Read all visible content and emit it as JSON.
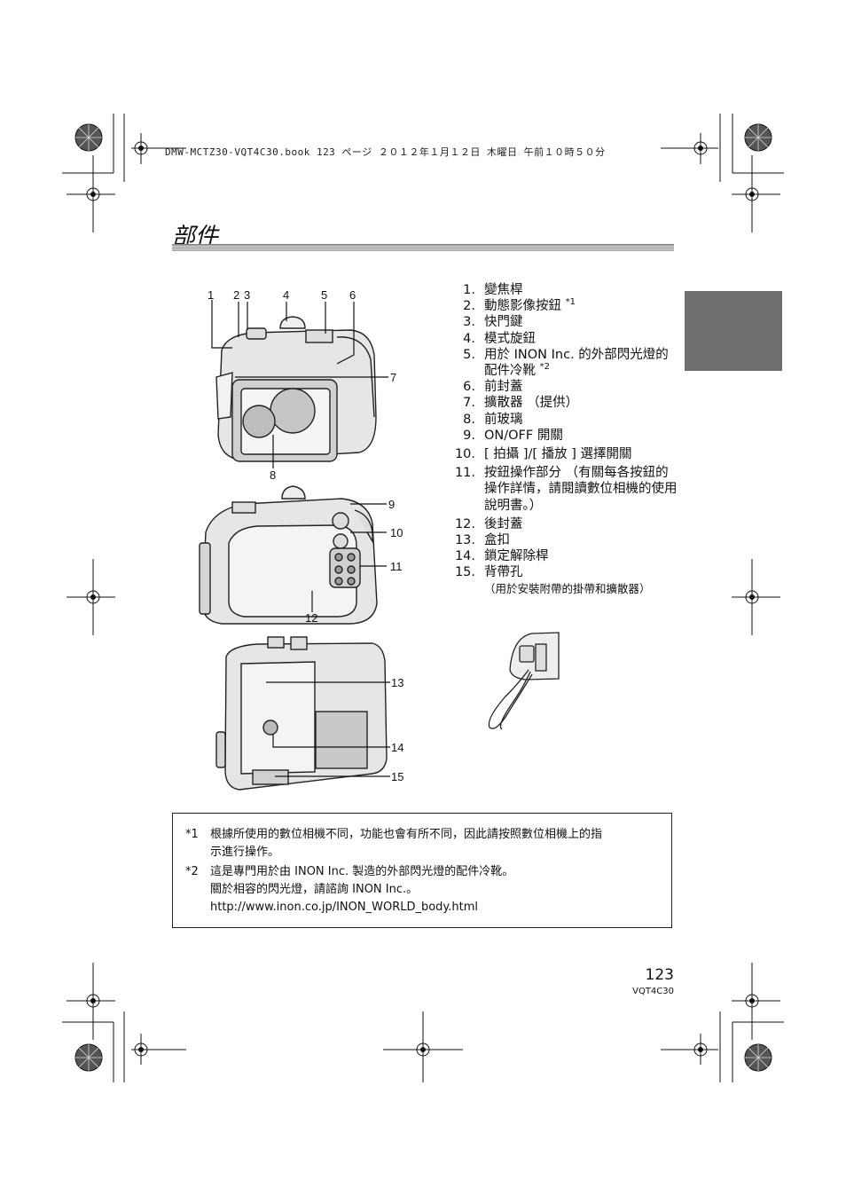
{
  "header": {
    "file_line": "DMW-MCTZ30-VQT4C30.book  123 ページ  ２０１２年１月１２日  木曜日  午前１０時５０分"
  },
  "page_title": "部件",
  "parts": [
    {
      "num": "1.",
      "label": "變焦桿",
      "sup": ""
    },
    {
      "num": "2.",
      "label": "動態影像按鈕 ",
      "sup": "*1"
    },
    {
      "num": "3.",
      "label": "快門鍵",
      "sup": ""
    },
    {
      "num": "4.",
      "label": "模式旋鈕",
      "sup": ""
    },
    {
      "num": "5.",
      "label": "用於 INON Inc. 的外部閃光燈的配件冷靴 ",
      "sup": "*2"
    },
    {
      "num": "6.",
      "label": "前封蓋",
      "sup": ""
    },
    {
      "num": "7.",
      "label": "擴散器 （提供）",
      "sup": ""
    },
    {
      "num": "8.",
      "label": "前玻璃",
      "sup": ""
    },
    {
      "num": "9.",
      "label": "ON/OFF 開關",
      "sup": ""
    },
    {
      "num": "10.",
      "label": "[ 拍攝 ]/[ 播放 ] 選擇開關",
      "sup": ""
    },
    {
      "num": "11.",
      "label": "按鈕操作部分 （有關每各按鈕的操作詳情，請閱讀數位相機的使用說明書。）",
      "sup": ""
    },
    {
      "num": "12.",
      "label": "後封蓋",
      "sup": ""
    },
    {
      "num": "13.",
      "label": "盒扣",
      "sup": ""
    },
    {
      "num": "14.",
      "label": "鎖定解除桿",
      "sup": ""
    },
    {
      "num": "15.",
      "label": "背帶孔",
      "sup": "",
      "note": "（用於安裝附帶的掛帶和擴散器）"
    }
  ],
  "callouts": {
    "top": [
      "1",
      "2",
      "3",
      "4",
      "5",
      "6",
      "7",
      "8"
    ],
    "middle": [
      "9",
      "10",
      "11",
      "12"
    ],
    "bottom": [
      "13",
      "14",
      "15"
    ]
  },
  "footnotes": {
    "fn1_mark": "*1",
    "fn1_line1": "根據所使用的數位相機不同，功能也會有所不同，因此請按照數位相機上的指",
    "fn1_line2": "示進行操作。",
    "fn2_mark": "*2",
    "fn2_line1": "這是專門用於由 INON Inc. 製造的外部閃光燈的配件冷靴。",
    "fn2_line2": "關於相容的閃光燈，請諮詢 INON Inc.。",
    "fn2_line3": "http://www.inon.co.jp/INON_WORLD_body.html"
  },
  "footer": {
    "page_number": "123",
    "code": "VQT4C30"
  }
}
